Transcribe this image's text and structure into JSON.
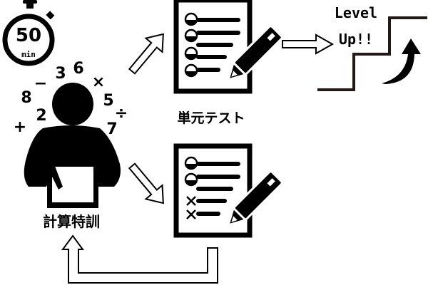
{
  "timer": {
    "value": "50",
    "unit": "min"
  },
  "math_symbols": [
    "3",
    "6",
    "×",
    "−",
    "8",
    "5",
    "÷",
    "2",
    "+",
    "7"
  ],
  "labels": {
    "training": "計算特訓",
    "unit_test": "単元テスト",
    "level_line1": "Level",
    "level_line2": "Up!!"
  },
  "colors": {
    "ink": "#000000",
    "stairs": "#231815"
  }
}
